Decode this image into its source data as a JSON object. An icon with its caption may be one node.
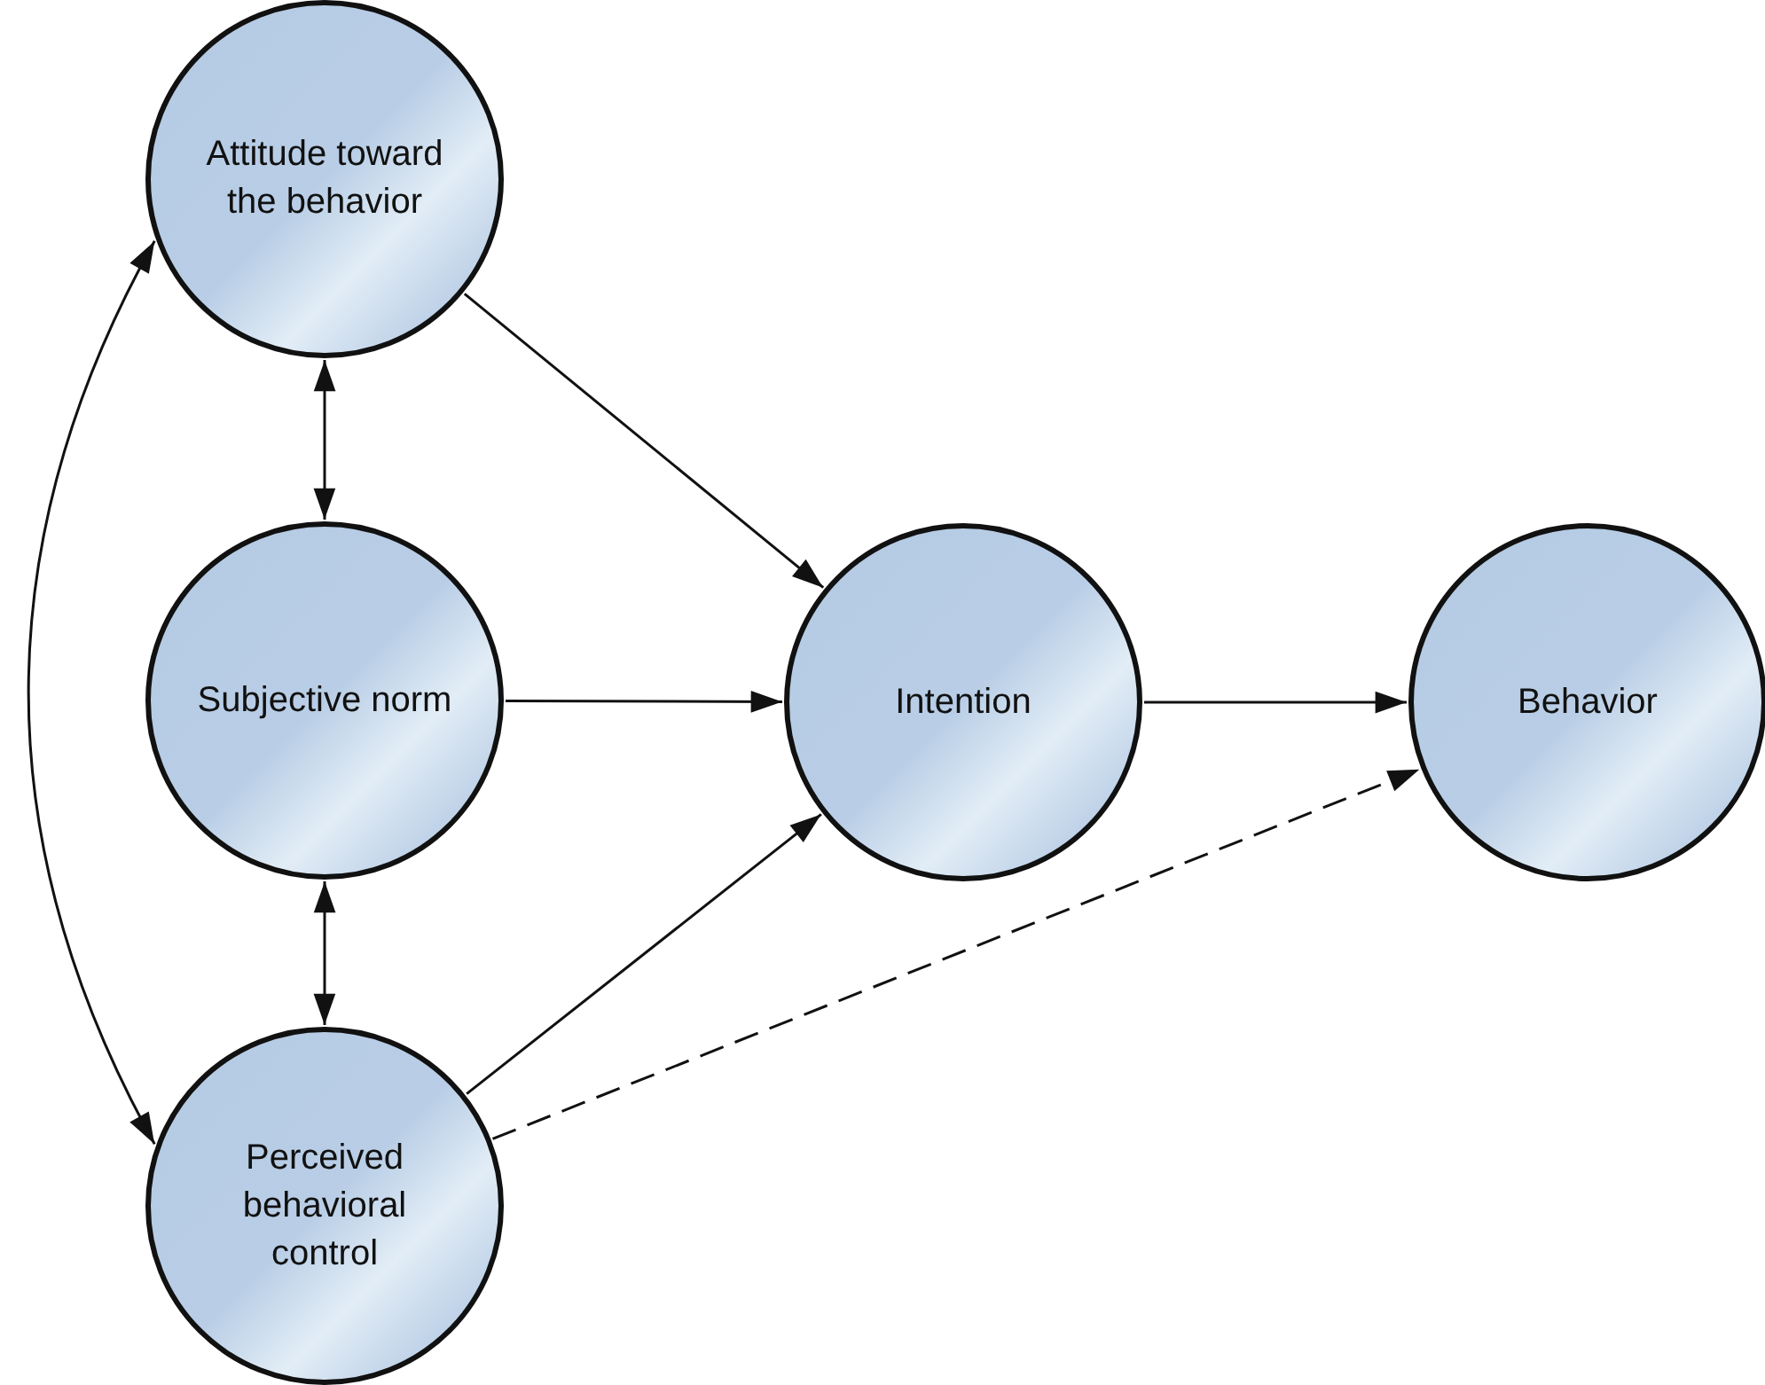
{
  "diagram": {
    "nodes": [
      {
        "text": [
          "Attitude toward the behavior"
        ]
      },
      {
        "text": [
          "Subjective norm"
        ]
      },
      {
        "text": [
          "Intention"
        ]
      },
      {
        "text": [
          "Behavior"
        ]
      },
      {
        "text": [
          "Perceived behavioral control"
        ]
      }
    ],
    "edges": [
      {
        "from": 0,
        "to": 2,
        "arrow": "to"
      },
      {
        "from": 0,
        "to": 1,
        "arrow": "both"
      },
      {
        "from": 1,
        "to": 2,
        "arrow": "to"
      },
      {
        "from": 2,
        "to": 3,
        "arrow": "to"
      },
      {
        "from": 1,
        "to": 4,
        "arrow": "both"
      },
      {
        "from": 4,
        "to": 2,
        "arrow": "to"
      },
      {
        "from": 4,
        "to": 3,
        "arrow": "to",
        "style": "dashed"
      },
      {
        "from": 0,
        "to": 4,
        "arrow": "both"
      }
    ]
  }
}
